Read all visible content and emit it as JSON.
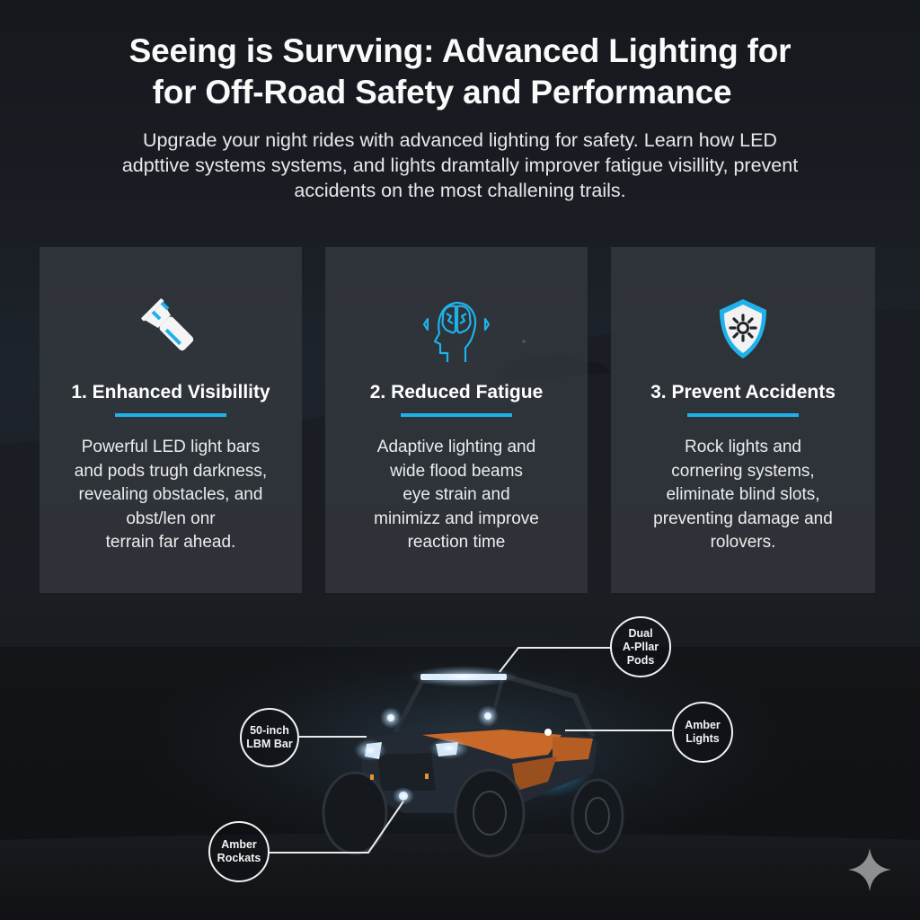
{
  "header": {
    "title_line1": "Seeing is Survving: Advanced Lighting for",
    "title_line2": "for Off-Road Safety and Performance",
    "subtitle_line1": "Upgrade your night rides with advanced lighting for safety.  Learn how LED",
    "subtitle_line2": "adpttive systems systems, and lights dramtally improver fatigue visillity, prevent",
    "subtitle_line3": "accidents on the most challening trails."
  },
  "cards": [
    {
      "icon": "flashlight-icon",
      "heading": "1. Enhanced Visibillity",
      "body": [
        "Powerful LED light bars",
        "and pods trugh darkness,",
        "revealing obstacles, and",
        "obst/len onr",
        "terrain far ahead."
      ]
    },
    {
      "icon": "brain-head-icon",
      "heading": "2. Reduced Fatigue",
      "body": [
        "Adaptive lighting and",
        "wide flood beams",
        "eye strain and",
        "minimizz and improve",
        "reaction time"
      ]
    },
    {
      "icon": "shield-gear-icon",
      "heading": "3. Prevent Accidents",
      "body": [
        "Rock lights and",
        "cornering systems,",
        "eliminate blind slots,",
        "preventing damage and",
        "rolovers."
      ]
    }
  ],
  "callouts": {
    "a_pillar": [
      "Dual",
      "A-Pllar",
      "Pods"
    ],
    "light_bar": [
      "50-inch",
      "LBM Bar"
    ],
    "amber_lights": [
      "Amber",
      "Lights"
    ],
    "rock_lights": [
      "Amber",
      "Rockats"
    ]
  },
  "colors": {
    "accent": "#1fb2ea",
    "vehicle_orange": "#c8692a",
    "card_bg": "#34383f",
    "page_bg": "#15181d"
  },
  "watermark": {
    "icon": "sparkle-icon"
  }
}
